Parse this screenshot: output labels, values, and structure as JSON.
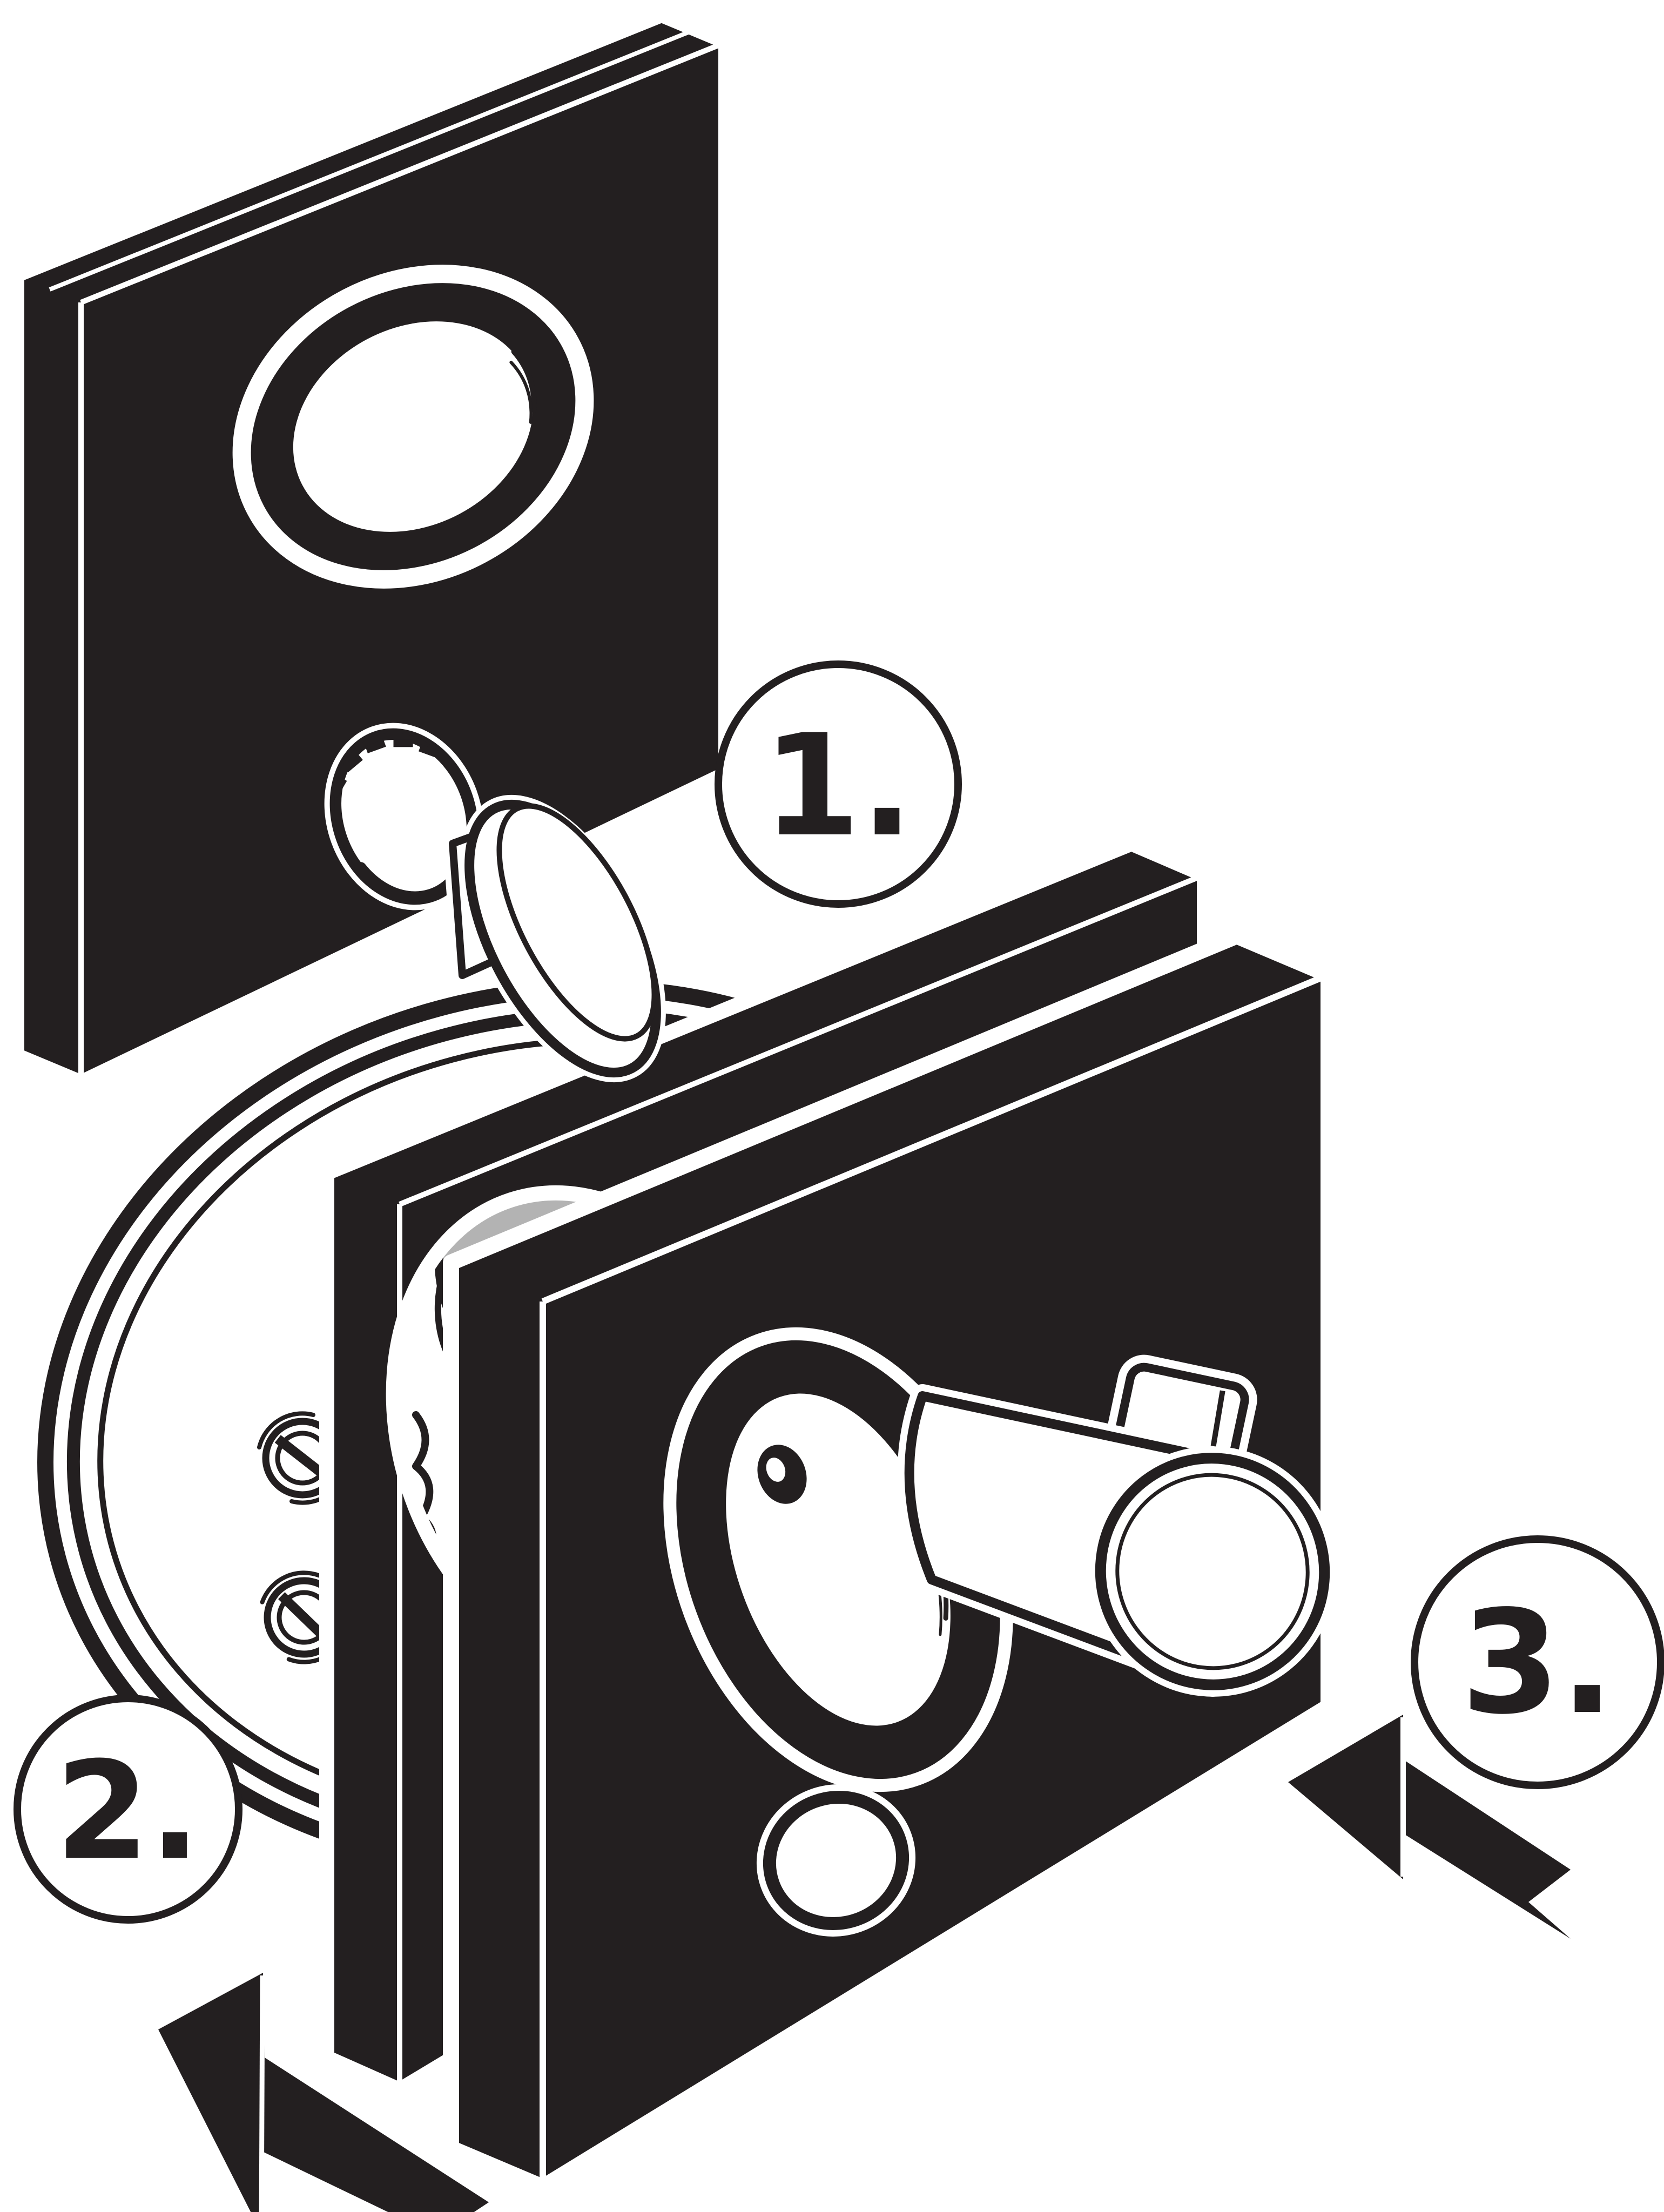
{
  "diagram": {
    "steps": [
      {
        "label": "1."
      },
      {
        "label": "2."
      },
      {
        "label": "3."
      }
    ],
    "colors": {
      "ink": "#231f20",
      "cartridge_gray": "#b3b3b3",
      "background": "#ffffff"
    }
  }
}
